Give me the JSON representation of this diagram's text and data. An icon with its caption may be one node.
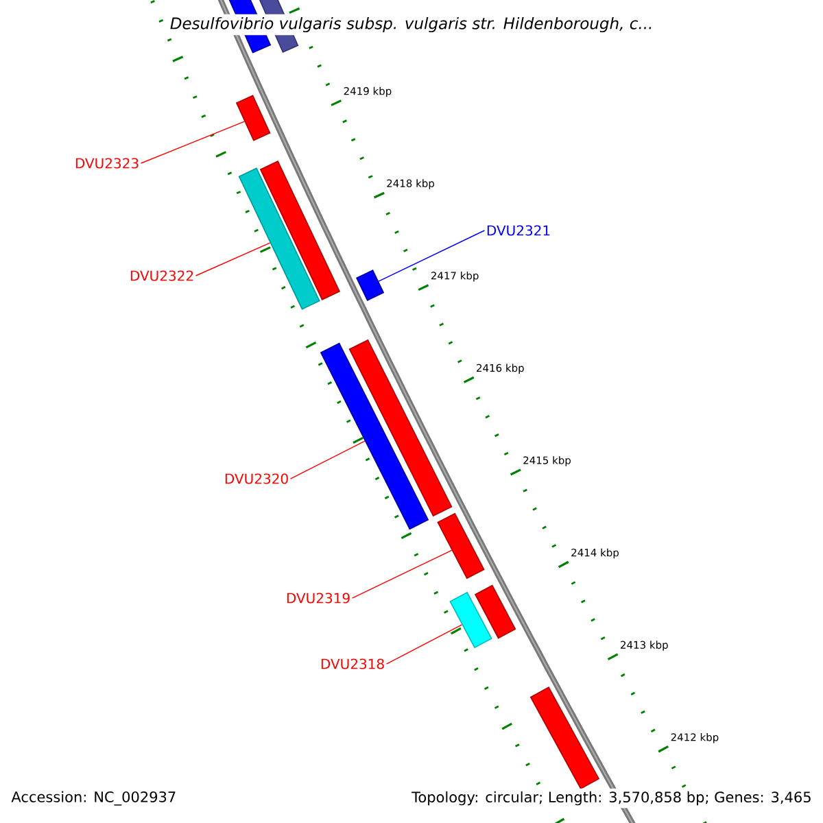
{
  "diagram": {
    "title": "Desulfovibrio vulgaris subsp. vulgaris str. Hildenborough, c...",
    "nodes": [
      {
        "text": [
          "DVU2323"
        ]
      },
      {
        "text": [
          "DVU2322"
        ]
      },
      {
        "text": [
          "DVU2321"
        ]
      },
      {
        "text": [
          "DVU2320"
        ]
      },
      {
        "text": [
          "DVU2319"
        ]
      },
      {
        "text": [
          "DVU2318"
        ]
      },
      {
        "text": [],
        "shape": "bar"
      },
      {
        "text": [],
        "shape": "bar"
      },
      {
        "text": [],
        "shape": "bar"
      },
      {
        "text": [],
        "shape": "bar"
      },
      {
        "text": [],
        "shape": "bar"
      },
      {
        "text": [],
        "shape": "bar"
      },
      {
        "text": [],
        "shape": "bar"
      },
      {
        "text": [],
        "shape": "bar"
      },
      {
        "text": [],
        "shape": "bar"
      },
      {
        "text": [],
        "shape": "bar"
      },
      {
        "text": [],
        "shape": "bar"
      },
      {
        "text": [],
        "shape": "bar"
      }
    ],
    "edges": [
      {
        "from": 0,
        "to": 8,
        "arrow": "none"
      },
      {
        "from": 1,
        "to": 10,
        "arrow": "none"
      },
      {
        "from": 2,
        "to": 11,
        "arrow": "none",
        "color": "#0000ff"
      },
      {
        "from": 3,
        "to": 13,
        "arrow": "none"
      },
      {
        "from": 4,
        "to": 14,
        "arrow": "none"
      },
      {
        "from": 5,
        "to": 16,
        "arrow": "none"
      }
    ],
    "labels": [
      "2419 kbp",
      "2418 kbp",
      "2417 kbp",
      "2416 kbp",
      "2415 kbp",
      "2414 kbp",
      "2413 kbp",
      "2412 kbp",
      "Accession: NC_002937",
      "Topology: circular; Length: 3,570,858 bp; Genes: 3,465"
    ]
  }
}
